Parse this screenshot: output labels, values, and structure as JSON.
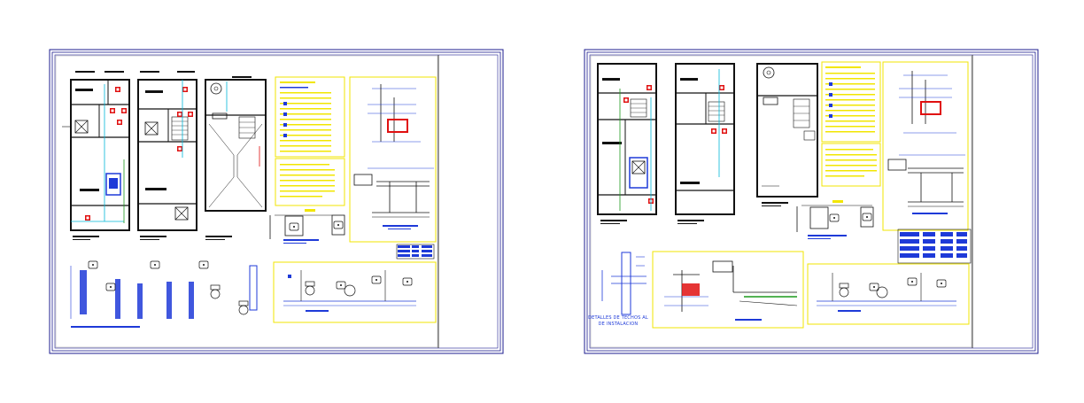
{
  "colors": {
    "frame": "#1d1d8f",
    "line": "#111111",
    "yellow": "#f2e600",
    "blue": "#1e3ad8",
    "cyan": "#00b7d8",
    "red": "#e01010",
    "green": "#1b9a1b",
    "gray": "#9a9a9a"
  },
  "sheets": [
    {
      "id": "sheet-1",
      "caption_lines": []
    },
    {
      "id": "sheet-2",
      "caption_lines": [
        "DETALLES DE TECHOS AL",
        "DE INSTALACION"
      ]
    }
  ],
  "icons": {
    "toilet": "toilet-icon",
    "sink": "sink-icon",
    "table": "fixture-table-icon"
  }
}
